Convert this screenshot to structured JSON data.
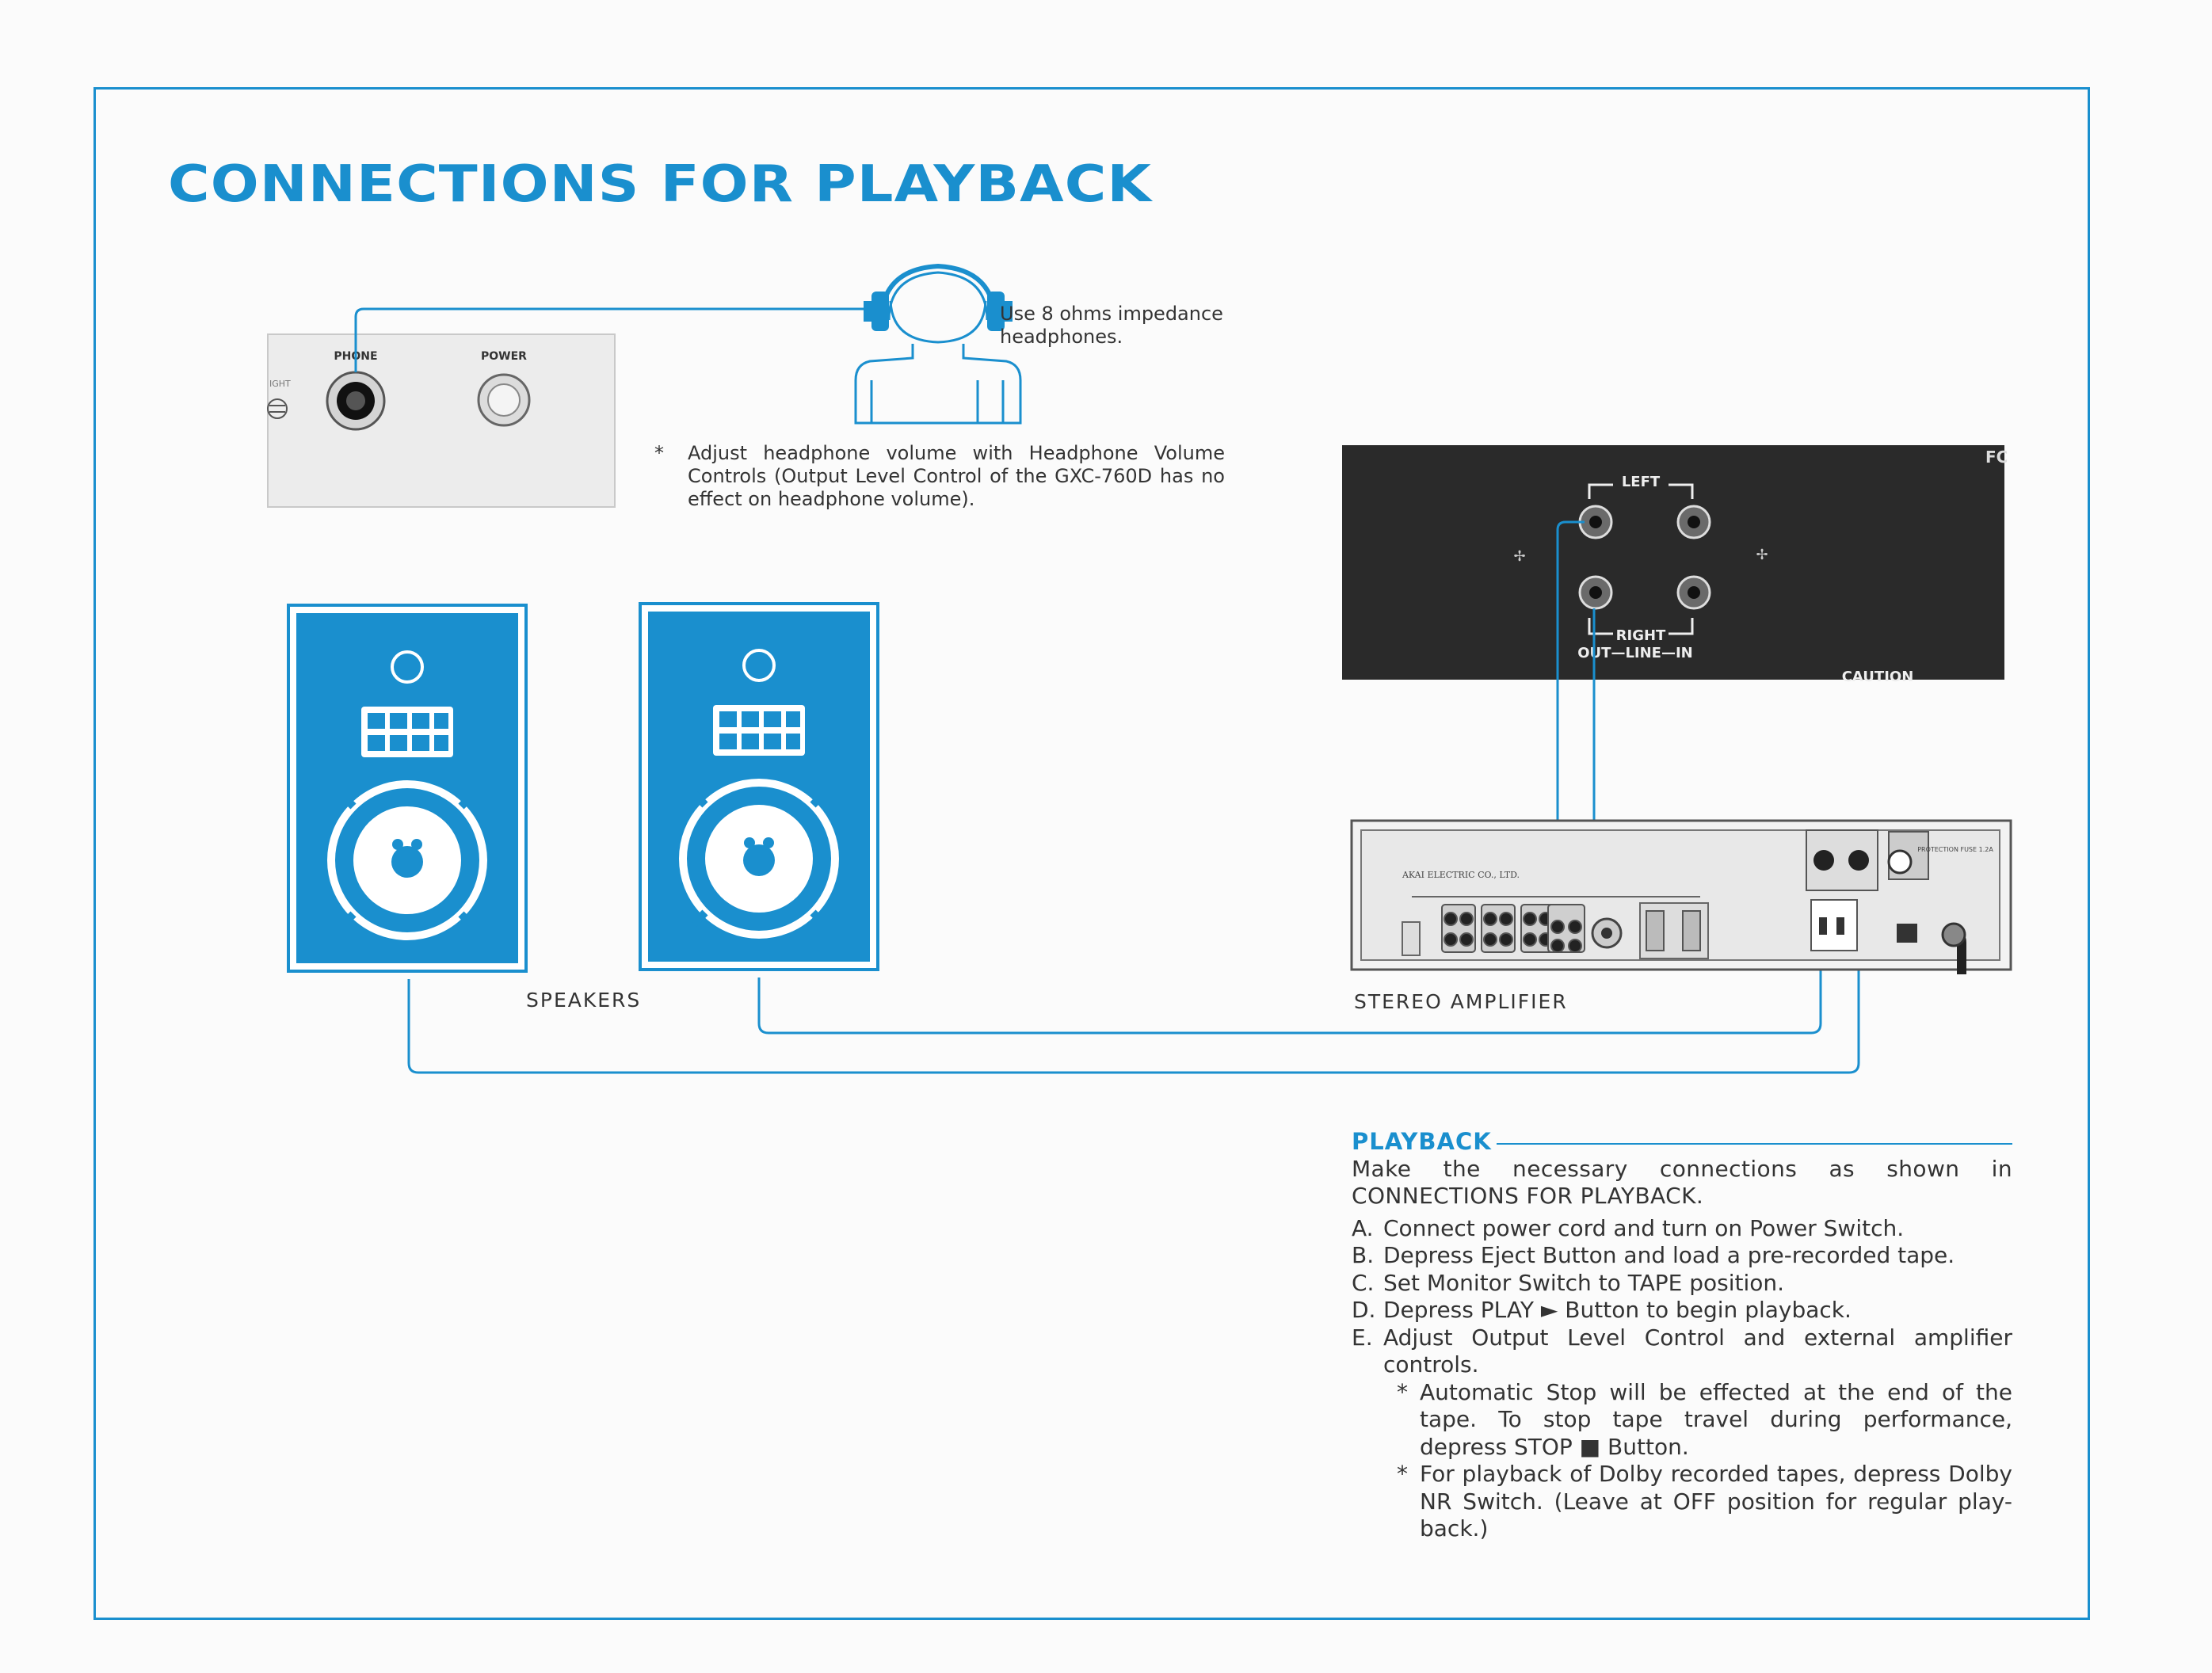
{
  "page": {
    "title": "CONNECTIONS FOR PLAYBACK"
  },
  "panel": {
    "phone_label": "PHONE",
    "power_label": "POWER",
    "side_label": "IGHT"
  },
  "headphone_note": "Use 8 ohms impedance headphones.",
  "adjust_note": {
    "star": "*",
    "text": "Adjust headphone volume with Headphone Volume Controls (Output Level Control of the GXC-760D has no effect on headphone volume)."
  },
  "deck_panel": {
    "left_label": "LEFT",
    "right_label": "RIGHT",
    "out_line_in_label": "OUT—LINE—IN",
    "caution_label": "CAUTION",
    "corner_label": "FC"
  },
  "amplifier_panel": {
    "maker_label": "AKAI ELECTRIC CO., LTD.",
    "protection_label": "PROTECTION FUSE 1.2A"
  },
  "captions": {
    "speakers": "SPEAKERS",
    "amplifier": "STEREO AMPLIFIER"
  },
  "playback": {
    "title": "PLAYBACK",
    "intro": "Make the necessary connections as shown in CONNECTIONS FOR PLAYBACK.",
    "steps": [
      {
        "letter": "A.",
        "text": "Connect power cord and turn on Power Switch."
      },
      {
        "letter": "B.",
        "text": "Depress Eject Button and load a pre-recorded tape."
      },
      {
        "letter": "C.",
        "text": "Set Monitor Switch to TAPE position."
      },
      {
        "letter": "D.",
        "text": "Depress PLAY ► Button to begin playback."
      },
      {
        "letter": "E.",
        "text": "Adjust Output Level Control and external amplifier controls."
      }
    ],
    "notes": [
      {
        "star": "*",
        "text": "Automatic Stop will be effected at the end of the tape. To stop tape travel during performance, depress STOP ■ Button."
      },
      {
        "star": "*",
        "text": "For playback of Dolby recorded tapes, depress Dolby NR Switch. (Leave at OFF position for regular play-back.)"
      }
    ]
  },
  "colors": {
    "accent": "#1a8fce",
    "panel_dark": "#2a2a2a",
    "background": "#fbfbfb"
  }
}
